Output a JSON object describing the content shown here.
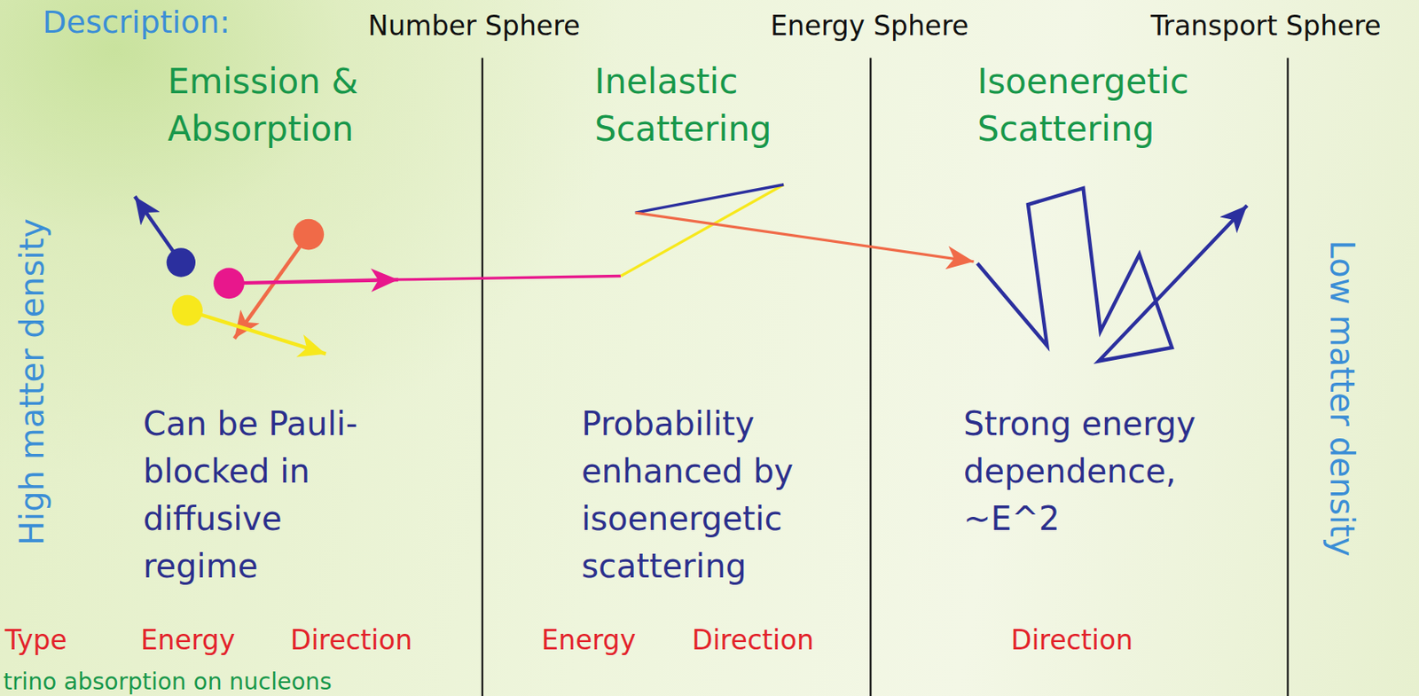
{
  "diagram": {
    "labels": [
      "Description:",
      "Number Sphere",
      "Energy Sphere",
      "Transport Sphere",
      "High matter density",
      "Emission & Absorption",
      "Inelastic Scattering",
      "Isoenergetic Scattering",
      "Low matter density",
      "Can be Pauli-blocked in diffusive regime",
      "Probability enhanced by isoenergetic scattering",
      "Strong energy dependence, ~E^2",
      "Type",
      "Energy",
      "Direction",
      "Energy",
      "Direction",
      "Direction",
      "trino absorption on nucleons"
    ]
  }
}
